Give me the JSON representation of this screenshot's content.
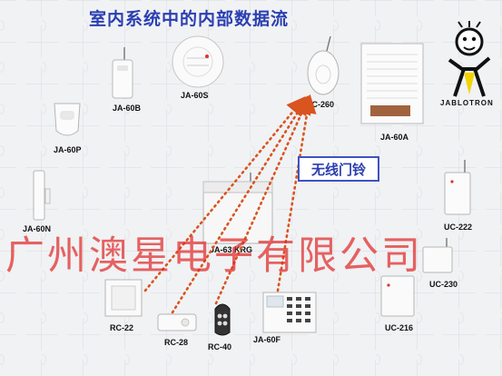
{
  "title": "室内系统中的内部数据流",
  "callout": "无线门铃",
  "watermark": "广州澳星电子有限公司",
  "brand": {
    "name": "JABLOTRON"
  },
  "devices": {
    "ja60s": "JA-60S",
    "ja60b": "JA-60B",
    "uc260": "UC-260",
    "ja60a": "JA-60A",
    "ja60p": "JA-60P",
    "ja60n": "JA-60N",
    "uc222": "UC-222",
    "ja63": "JA-63 KRG",
    "rc22": "RC-22",
    "rc28": "RC-28",
    "rc40": "RC-40",
    "ja60f": "JA-60F",
    "uc216": "UC-216",
    "uc230": "UC-230"
  },
  "colors": {
    "arrow": "#d9541e",
    "title": "#2b3fb1",
    "watermark": "#e12828"
  }
}
